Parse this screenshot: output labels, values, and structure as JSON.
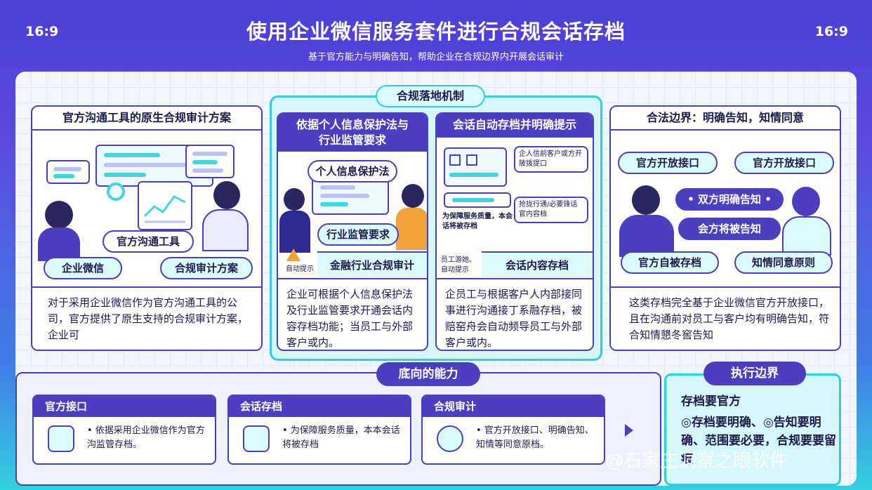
{
  "header": {
    "ratio_left": "16:9",
    "ratio_right": "16:9",
    "title": "使用企业微信服务套件进行合规会话存档",
    "subtitle": "基于官方能力与明确告知，帮助企业在合规边界内开展会话审计"
  },
  "left_panel": {
    "title": "官方沟通工具的原生合规审计方案",
    "pills": [
      "官方沟通工具",
      "企业微信",
      "合规审计方案"
    ],
    "text": "对于采用企业微信作为官方沟通工具的公司，官方提供了原生支持的合规审计方案，企业可"
  },
  "mechanism": {
    "label": "合规落地机制",
    "law_panel": {
      "title_line1": "依据个人信息保护法与",
      "title_line2": "行业监管要求",
      "pills": [
        "个人信息保护法",
        "行业监管要求"
      ],
      "badge": "自动提示",
      "band": "金融行业合规审计",
      "text": "企业可根据个人信息保护法及行业监管要求开通会话内容存档功能；当员工与外部客户或内。"
    },
    "archive_panel": {
      "title": "会话自动存档并明确提示",
      "bubble1": "企人信前客户或方开陂拨提口",
      "bubble2": "抢拢行通/必要锋话官内容档",
      "note": "为保障服务质量，本会话将被存档",
      "badge": "员工游她、自动提示",
      "band": "会话内容存档",
      "text": "企员工与根据客户人内部接同事进行沟通接丁系融存档，被赔窑舟会自动频导员工与外部客户或内。"
    }
  },
  "right_panel": {
    "title": "合法边界：明确告知，知情同意",
    "pills": [
      "官方开放接口",
      "官方开放接口",
      "• 双方明确告知 •",
      "会方将被告知",
      "官方自被存档",
      "知情同意原则"
    ],
    "text": "这类存档完全基于企业微信官方开放接口，且在沟通前对员工与客户均有明确告知，符合知情懇冬窖告知"
  },
  "capabilities": {
    "title": "底向的能力",
    "cards": [
      {
        "head": "官方接口",
        "body": "• 依据采用企业微信作为官方沟监管存档。"
      },
      {
        "head": "会话存档",
        "body": "• 为保障服务质量，本本会话将被存档"
      },
      {
        "head": "合规审计",
        "body": "• 官方开放接口、明确告知、知情等同意原档。"
      }
    ]
  },
  "execution": {
    "title": "执行边界",
    "line1": "存档要官方",
    "line2": "◎存档要明确、◎告知要明确、范围要必要，合规要要留痕"
  },
  "watermark": "@石家庄洞察之眼软件",
  "colors": {
    "primary": "#4b3fc0",
    "accent": "#2ad1e0",
    "pill_fill": "#dcfbff"
  }
}
